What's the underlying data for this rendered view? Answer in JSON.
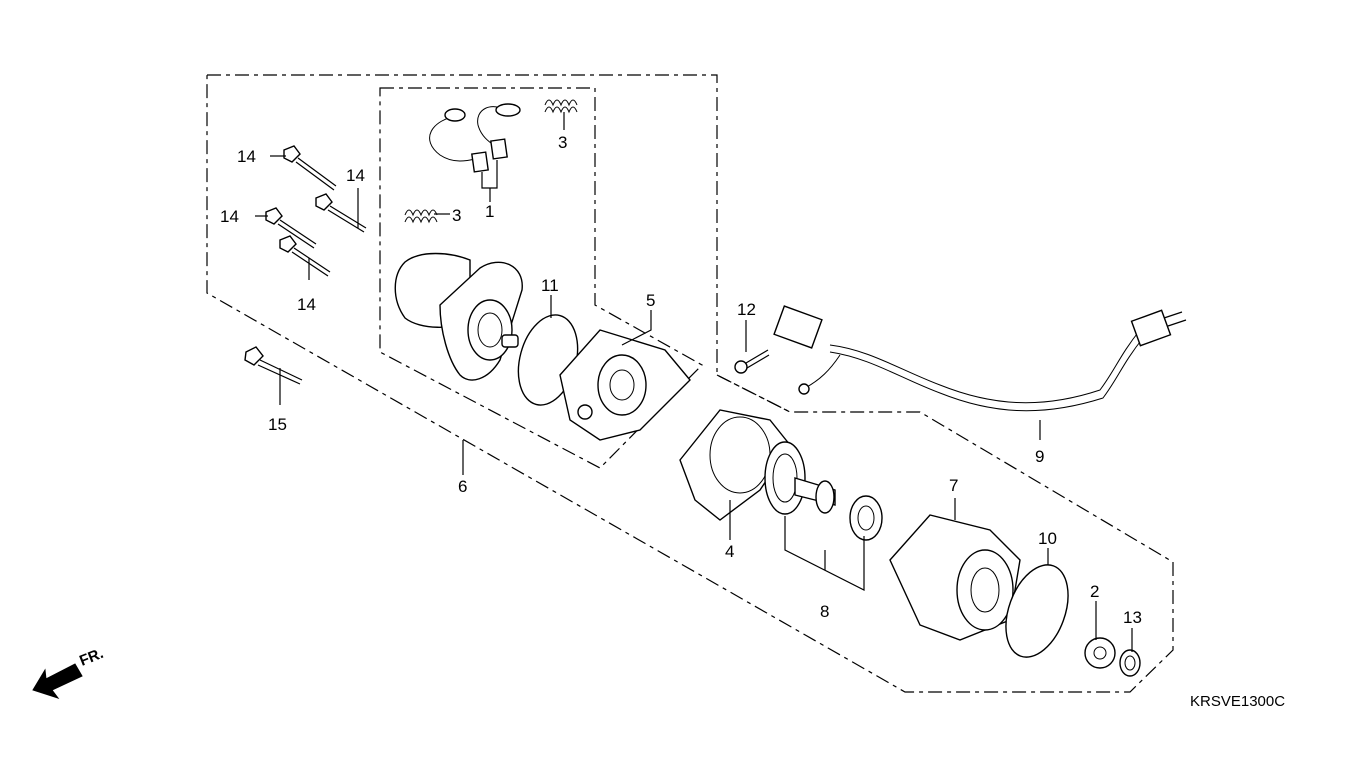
{
  "diagram_code": "KRSVE1300C",
  "front_indicator": "FR.",
  "callouts": [
    {
      "id": "1",
      "text": "1"
    },
    {
      "id": "2",
      "text": "2"
    },
    {
      "id": "3a",
      "text": "3"
    },
    {
      "id": "3b",
      "text": "3"
    },
    {
      "id": "4",
      "text": "4"
    },
    {
      "id": "5",
      "text": "5"
    },
    {
      "id": "6",
      "text": "6"
    },
    {
      "id": "7",
      "text": "7"
    },
    {
      "id": "8",
      "text": "8"
    },
    {
      "id": "9",
      "text": "9"
    },
    {
      "id": "10",
      "text": "10"
    },
    {
      "id": "11",
      "text": "11"
    },
    {
      "id": "12",
      "text": "12"
    },
    {
      "id": "13",
      "text": "13"
    },
    {
      "id": "14a",
      "text": "14"
    },
    {
      "id": "14b",
      "text": "14"
    },
    {
      "id": "14c",
      "text": "14"
    },
    {
      "id": "14d",
      "text": "14"
    },
    {
      "id": "15",
      "text": "15"
    }
  ]
}
